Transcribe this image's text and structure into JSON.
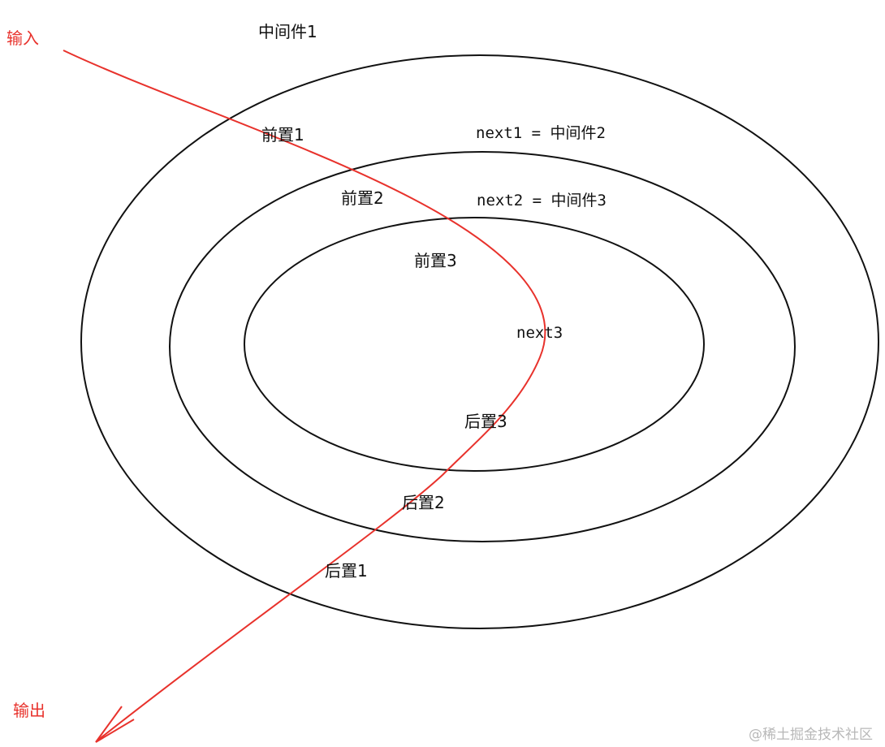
{
  "diagram": {
    "input_label": "输入",
    "output_label": "输出",
    "layers": [
      {
        "name": "中间件1",
        "pre": "前置1",
        "next": "next1 = 中间件2",
        "post": "后置1"
      },
      {
        "pre": "前置2",
        "next": "next2 = 中间件3",
        "post": "后置2"
      },
      {
        "pre": "前置3",
        "next": "next3",
        "post": "后置3"
      }
    ],
    "flow_color": "#e8322c",
    "ring_color": "#111111"
  },
  "watermark": "@稀土掘金技术社区"
}
